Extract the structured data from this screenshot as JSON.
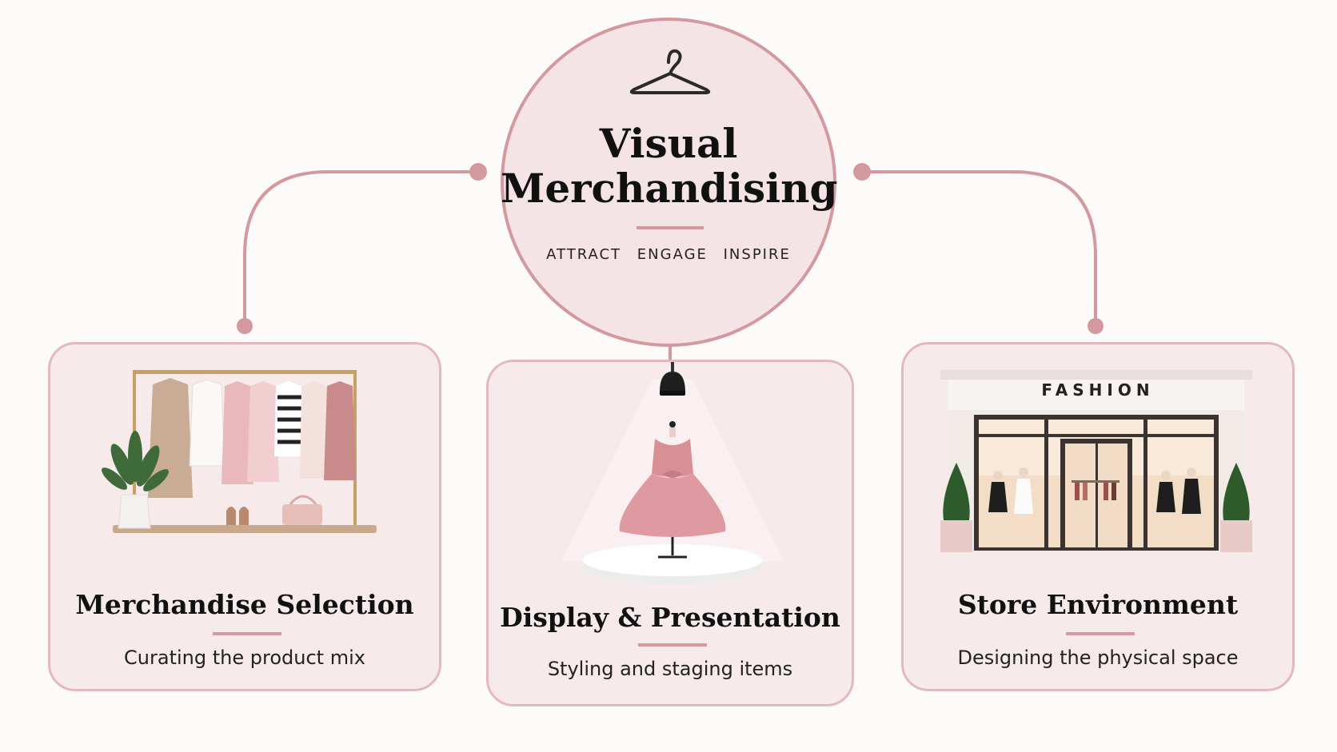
{
  "hub": {
    "title_line1": "Visual",
    "title_line2": "Merchandising",
    "tagline": [
      "ATTRACT",
      "ENGAGE",
      "INSPIRE"
    ],
    "icon": "hanger-icon"
  },
  "cards": [
    {
      "title": "Merchandise Selection",
      "subtitle": "Curating the product mix",
      "icon": "clothing-rack-icon"
    },
    {
      "title": "Display & Presentation",
      "subtitle": "Styling and staging items",
      "icon": "mannequin-dress-icon"
    },
    {
      "title": "Store Environment",
      "subtitle": "Designing the physical space",
      "icon": "storefront-icon",
      "sign_text": "FASHION"
    }
  ],
  "colors": {
    "accent": "#d4999f",
    "card_bg": "#f7eaea",
    "hub_bg": "#f5e4e6",
    "text": "#111111"
  }
}
